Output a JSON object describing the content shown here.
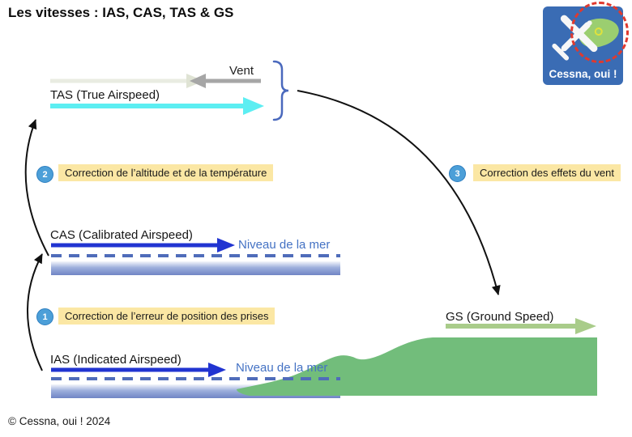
{
  "title": "Les vitesses : IAS, CAS, TAS & GS",
  "logo": {
    "text": "Cessna, oui !"
  },
  "wind": {
    "label": "Vent"
  },
  "speeds": {
    "tas": {
      "label": "TAS (True Airspeed)"
    },
    "cas": {
      "label": "CAS (Calibrated Airspeed)",
      "sea_level": "Niveau de la mer"
    },
    "ias": {
      "label": "IAS (Indicated Airspeed)",
      "sea_level": "Niveau de la mer"
    },
    "gs": {
      "label": "GS (Ground Speed)"
    }
  },
  "steps": [
    {
      "num": "1",
      "text": "Correction de l’erreur de position des prises"
    },
    {
      "num": "2",
      "text": "Correction de l’altitude et de la température"
    },
    {
      "num": "3",
      "text": "Correction des effets du vent"
    }
  ],
  "footer": "© Cessna, oui ! 2024",
  "colors": {
    "arrow_blue": "#2134d1",
    "arrow_cyan": "#5ceef2",
    "arrow_gray": "#a6a6a6",
    "arrow_faded": "#e9ece2",
    "arrow_faded_head": "#dfe3d4",
    "arrow_green": "#a9cc8a",
    "terrain_green": "#72bd7b",
    "sea_dash_blue": "#4f6cba",
    "sea_text_blue": "#4472c4",
    "highlight_yellow": "#fbe7a4",
    "badge_blue": "#4c9fd8",
    "brace_blue": "#4a69bd",
    "logo_blue": "#3a6cb4",
    "island_green": "#9bce70",
    "dash_red": "#e0392e"
  }
}
